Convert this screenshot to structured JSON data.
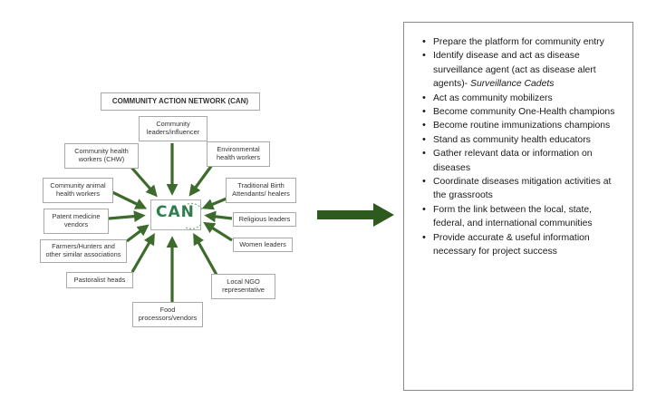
{
  "diagram": {
    "title": "COMMUNITY ACTION NETWORK (CAN)",
    "center_logo": "CAN",
    "nodes": {
      "community_leaders": "Community leaders/influencer",
      "environmental": "Environmental health workers",
      "chw": "Community health workers (CHW)",
      "tba": "Traditional Birth Attendants/ healers",
      "animal_health": "Community animal health workers",
      "religious": "Religious leaders",
      "patent_medicine": "Patent medicine vendors",
      "women": "Women leaders",
      "farmers": "Farmers/Hunters and other similar associations",
      "pastoralist": "Pastoralist heads",
      "ngo": "Local NGO representative",
      "food": "Food processors/vendors"
    }
  },
  "roles_panel": {
    "items": [
      {
        "text": "Prepare the platform for community entry"
      },
      {
        "text": "Identify disease and act as disease surveillance agent (act as disease alert agents)- ",
        "emphasis": "Surveillance Cadets"
      },
      {
        "text": "Act as community mobilizers"
      },
      {
        "text": "Become community One-Health champions"
      },
      {
        "text": "Become routine immunizations champions"
      },
      {
        "text": "Stand as community health educators"
      },
      {
        "text": "Gather relevant data or information on diseases"
      },
      {
        "text": "Coordinate diseases mitigation activities  at the grassroots"
      },
      {
        "text": "Form the link between the local, state, federal, and international communities"
      },
      {
        "text": "Provide accurate & useful information necessary for project success"
      }
    ]
  },
  "colors": {
    "arrow_green": "#3d6b2c",
    "logo_green": "#2e7d4a"
  }
}
